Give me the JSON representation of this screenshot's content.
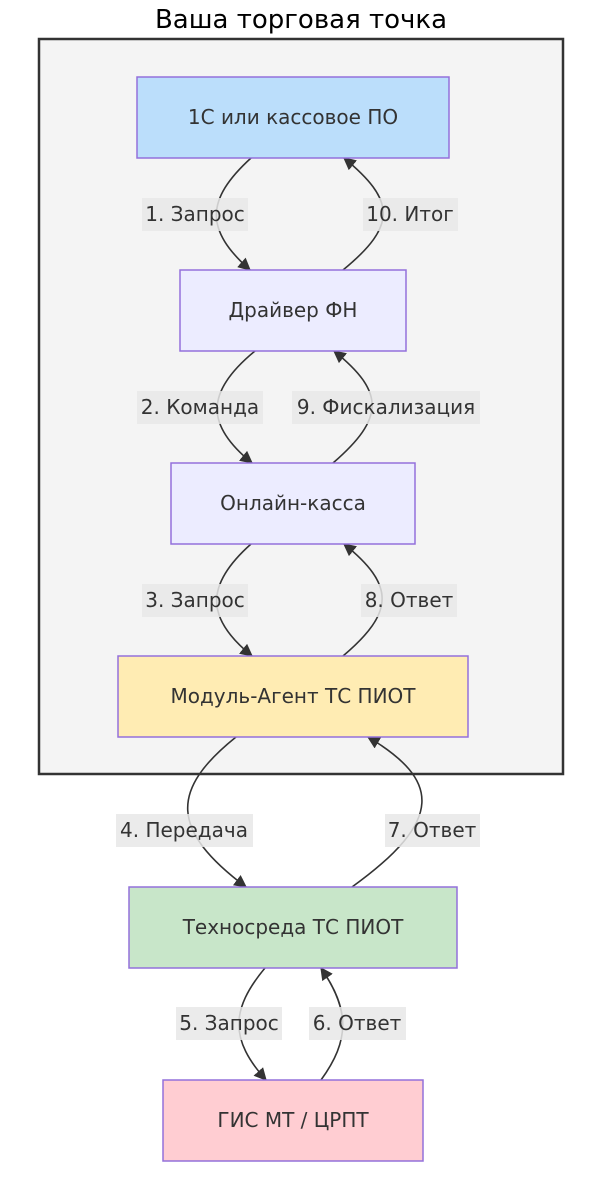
{
  "group": {
    "title": "Ваша торговая точка"
  },
  "nodes": [
    {
      "id": "pos",
      "label": "1С или кассовое ПО",
      "fill": "#bbdefb",
      "stroke": "#9370db"
    },
    {
      "id": "driver",
      "label": "Драйвер ФН",
      "fill": "#ececff",
      "stroke": "#9370db"
    },
    {
      "id": "kassa",
      "label": "Онлайн-касса",
      "fill": "#ececff",
      "stroke": "#9370db"
    },
    {
      "id": "agent",
      "label": "Модуль-Агент ТС ПИОТ",
      "fill": "#ffecb3",
      "stroke": "#9370db"
    },
    {
      "id": "techno",
      "label": "Техносреда ТС ПИОТ",
      "fill": "#c8e6c9",
      "stroke": "#9370db"
    },
    {
      "id": "gis",
      "label": "ГИС МТ / ЦРПТ",
      "fill": "#ffcdd2",
      "stroke": "#9370db"
    }
  ],
  "edges": [
    {
      "from": "pos",
      "to": "driver",
      "label": "1. Запрос"
    },
    {
      "from": "driver",
      "to": "pos",
      "label": "10. Итог"
    },
    {
      "from": "driver",
      "to": "kassa",
      "label": "2. Команда"
    },
    {
      "from": "kassa",
      "to": "driver",
      "label": "9. Фискализация"
    },
    {
      "from": "kassa",
      "to": "agent",
      "label": "3. Запрос"
    },
    {
      "from": "agent",
      "to": "kassa",
      "label": "8. Ответ"
    },
    {
      "from": "agent",
      "to": "techno",
      "label": "4. Передача"
    },
    {
      "from": "techno",
      "to": "agent",
      "label": "7. Ответ"
    },
    {
      "from": "techno",
      "to": "gis",
      "label": "5. Запрос"
    },
    {
      "from": "gis",
      "to": "techno",
      "label": "6. Ответ"
    }
  ]
}
